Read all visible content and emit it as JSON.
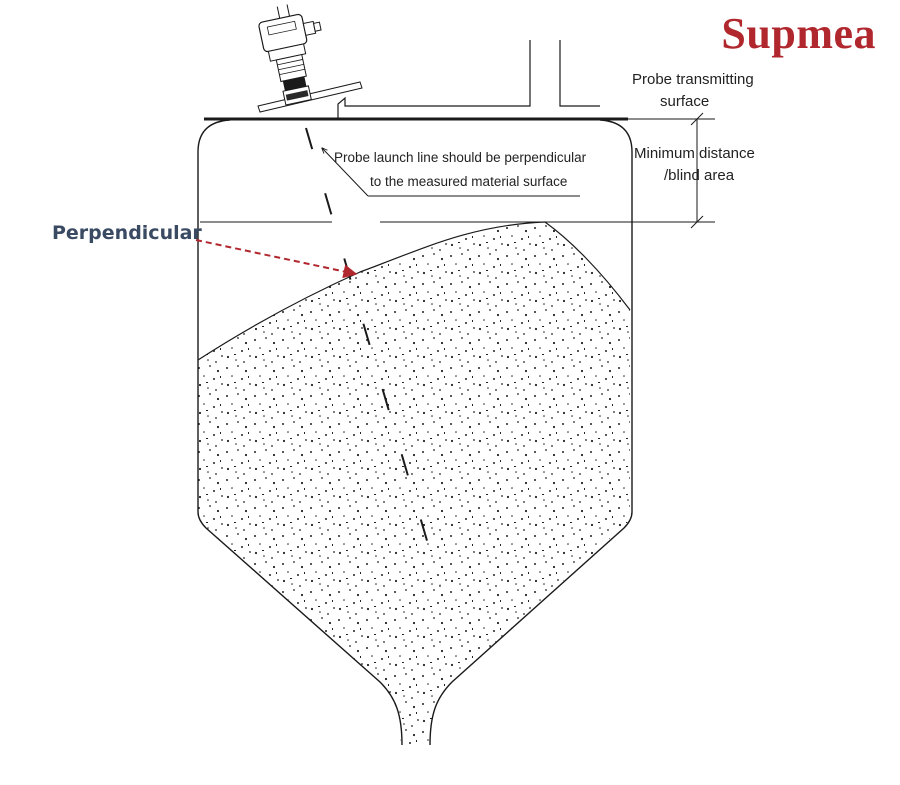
{
  "brand": {
    "name": "Supmea",
    "color": "#b1272e"
  },
  "callouts": {
    "perpendicular": "Perpendicular",
    "probe_surface_line1": "Probe transmitting",
    "probe_surface_line2": "surface",
    "min_distance_line1": "Minimum distance",
    "min_distance_line2": "/blind area",
    "launch_line1": "Probe launch line should be perpendicular",
    "launch_line2": "to the measured material surface"
  },
  "colors": {
    "arrow": "#b1272e",
    "perpendicular_label": "#3a4a63",
    "line": "#1a1a1a"
  },
  "icons": {
    "transmitter": "ultrasonic-level-transmitter-icon"
  }
}
